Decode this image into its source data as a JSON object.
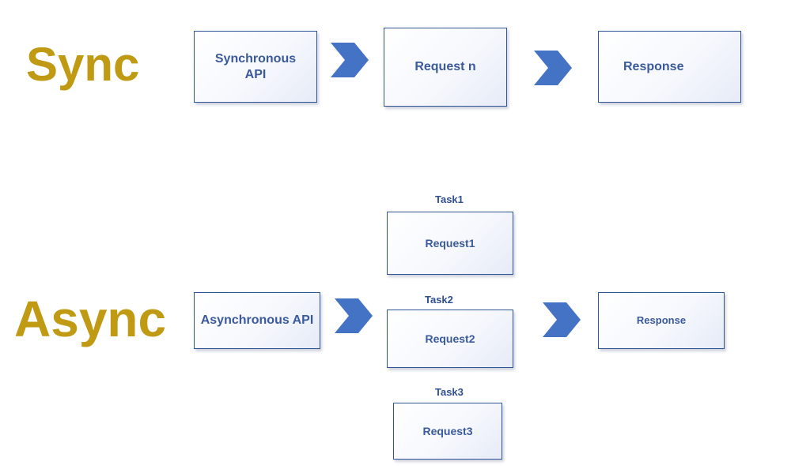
{
  "sync": {
    "label": "Sync",
    "api_box": "Synchronous API",
    "request_box": "Request n",
    "response_box": "Response"
  },
  "async": {
    "label": "Async",
    "api_box": "Asynchronous API",
    "tasks": [
      {
        "label": "Task1",
        "request": "Request1"
      },
      {
        "label": "Task2",
        "request": "Request2"
      },
      {
        "label": "Task3",
        "request": "Request3"
      }
    ],
    "response_box": "Response"
  },
  "colors": {
    "heading": "#c09a12",
    "box_border": "#2f5597",
    "box_text": "#3a5a9b",
    "arrow": "#4472c4"
  },
  "icons": {
    "arrow": "chevron-right-icon"
  }
}
